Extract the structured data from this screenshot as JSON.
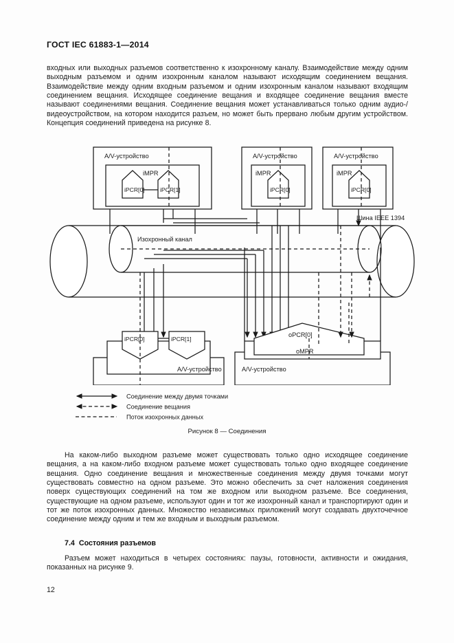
{
  "document": {
    "header": "ГОСТ IEC 61883-1—2014",
    "page_number": "12"
  },
  "paragraphs": {
    "p1": "входных или выходных разъемов соответственно к изохронному каналу. Взаимодействие между одним выходным разъемом и одним изохронным каналом называют исходящим соединением вещания. Взаимодействие между одним входным разъемом и одним изохронным каналом называют входящим соединением вещания. Исходящее соединение вещания и входящее соединение вещания вместе называют соединениями вещания. Соединение вещания может устанавливаться только одним аудио-/видеоустройством, на котором находится разъем, но может быть прервано любым другим устройством. Концепция соединений приведена на рисунке 8.",
    "p2": "На каком-либо выходном разъеме может существовать только одно исходящее соединение вещания, а на каком-либо входном разъеме может существовать только одно входящее соединение вещания. Одно соединение вещания и множественные соединения между двумя точками могут существовать совместно на одном разъеме. Это можно обеспечить за счет наложения соединения поверх существующих соединений на том же входном или выходном разъеме. Все соединения, существующие на одном разъеме, используют один и тот же изохронный канал и транспортируют один и тот же поток изохронных данных. Множество независимых приложений могут создавать двухточечное соединение между одним и тем же входным и выходным разъемом.",
    "p3": "Разъем может находиться в четырех состояниях: паузы, готовности, активности и ожидания, показанных на рисунке 9."
  },
  "section": {
    "number": "7.4",
    "title": "Состояния разъемов"
  },
  "figure": {
    "caption": "Рисунок 8 — Соединения",
    "bus_label": "Шина IEEE 1394",
    "channel_label": "Изохронный канал",
    "device_label": "A/V-устройство",
    "top_devices": [
      {
        "device": "A/V-устройство",
        "mpr": "iMPR",
        "pcrs": [
          "iPCR[0]",
          "iPCR[1]"
        ]
      },
      {
        "device": "A/V-устройство",
        "mpr": "iMPR",
        "pcrs": [
          "iPCR[0]"
        ]
      },
      {
        "device": "A/V-устройство",
        "mpr": "iMPR",
        "pcrs": [
          "iPCR[0]"
        ]
      }
    ],
    "bottom_left_device": {
      "device": "A/V-устройство",
      "pcrs": [
        "iPCR[0]",
        "iPCR[1]"
      ]
    },
    "bottom_right_device": {
      "device": "A/V-устройство",
      "mpr": "oMPR",
      "pcr": "oPCR[0]"
    },
    "legend": [
      {
        "style": "solid-double-arrow",
        "label": "Соединение между двумя точками"
      },
      {
        "style": "dashed-double-arrow",
        "label": "Соединение вещания"
      },
      {
        "style": "dashed-line",
        "label": "Поток изохронных данных"
      }
    ]
  },
  "colors": {
    "ink": "#1a1a1a",
    "paper": "#fdfdfd"
  }
}
